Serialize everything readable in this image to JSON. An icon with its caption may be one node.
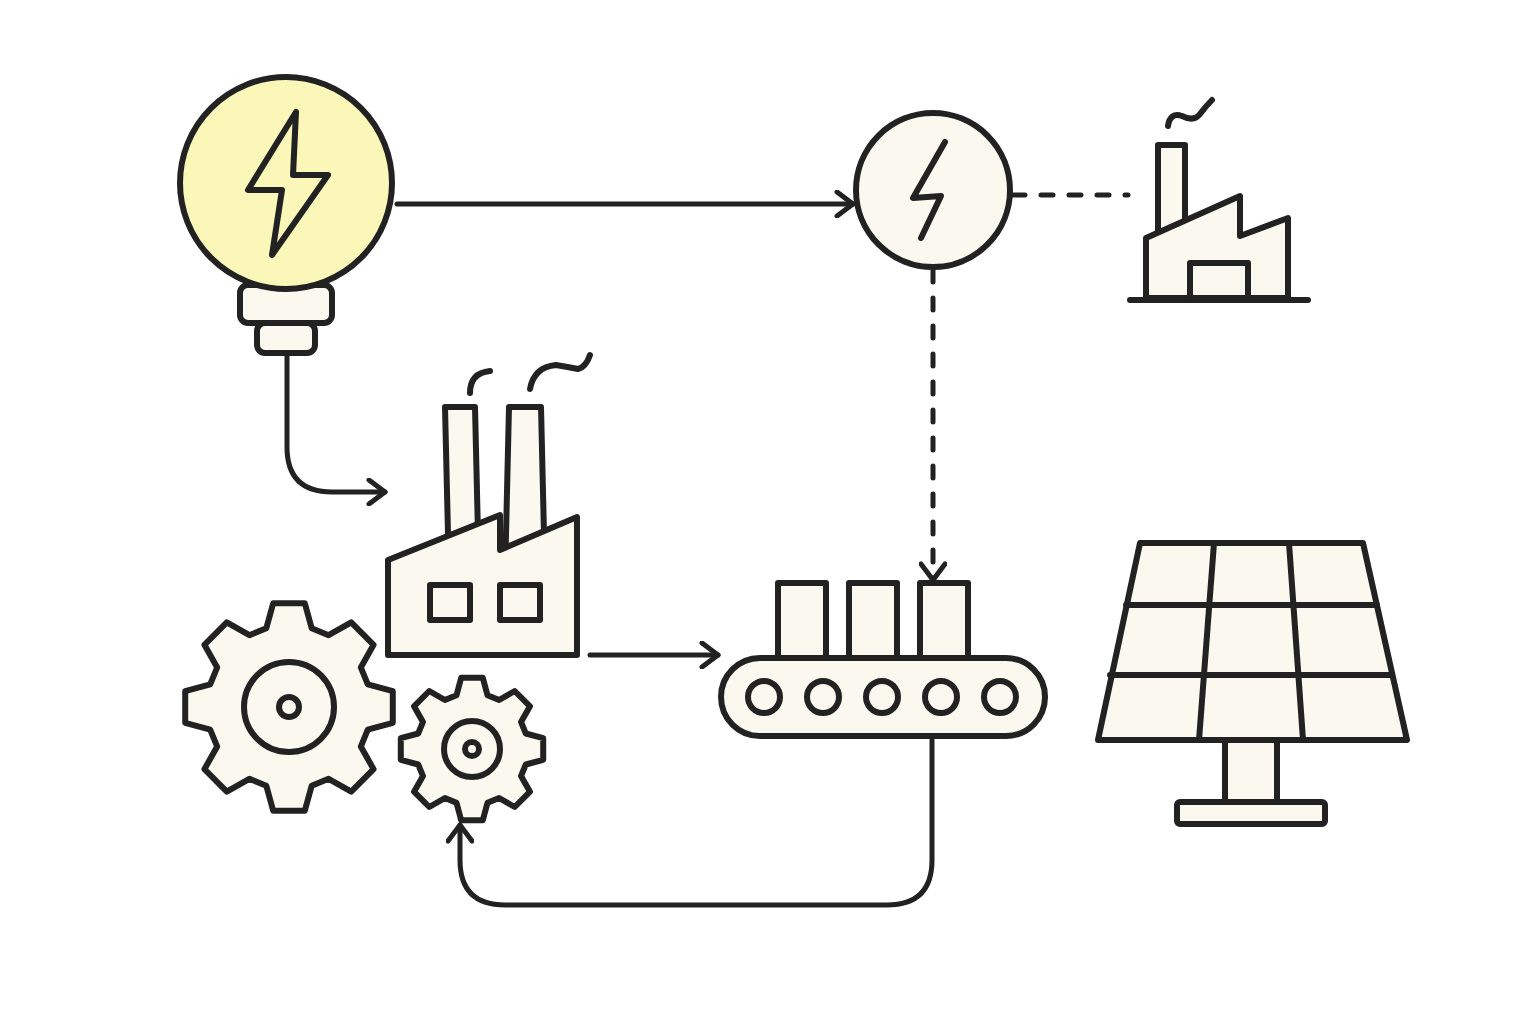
{
  "diagram": {
    "nodes": [
      {
        "text": [],
        "shape": "picture"
      },
      {
        "text": [],
        "shape": "circle"
      },
      {
        "text": [],
        "shape": "picture"
      },
      {
        "text": [],
        "shape": "picture"
      },
      {
        "text": [],
        "shape": "picture"
      },
      {
        "text": [],
        "shape": "picture"
      },
      {
        "text": [],
        "shape": "picture"
      }
    ],
    "edges": [
      {
        "from": 0,
        "to": 1,
        "arrow": "to"
      },
      {
        "from": 1,
        "to": 2,
        "arrow": "none",
        "style": "dashed"
      },
      {
        "from": 1,
        "to": 5,
        "arrow": "to",
        "style": "dashed"
      },
      {
        "from": 0,
        "to": 3,
        "arrow": "to"
      },
      {
        "from": 3,
        "to": 5,
        "arrow": "to"
      },
      {
        "from": 5,
        "to": 4,
        "arrow": "to"
      }
    ]
  }
}
